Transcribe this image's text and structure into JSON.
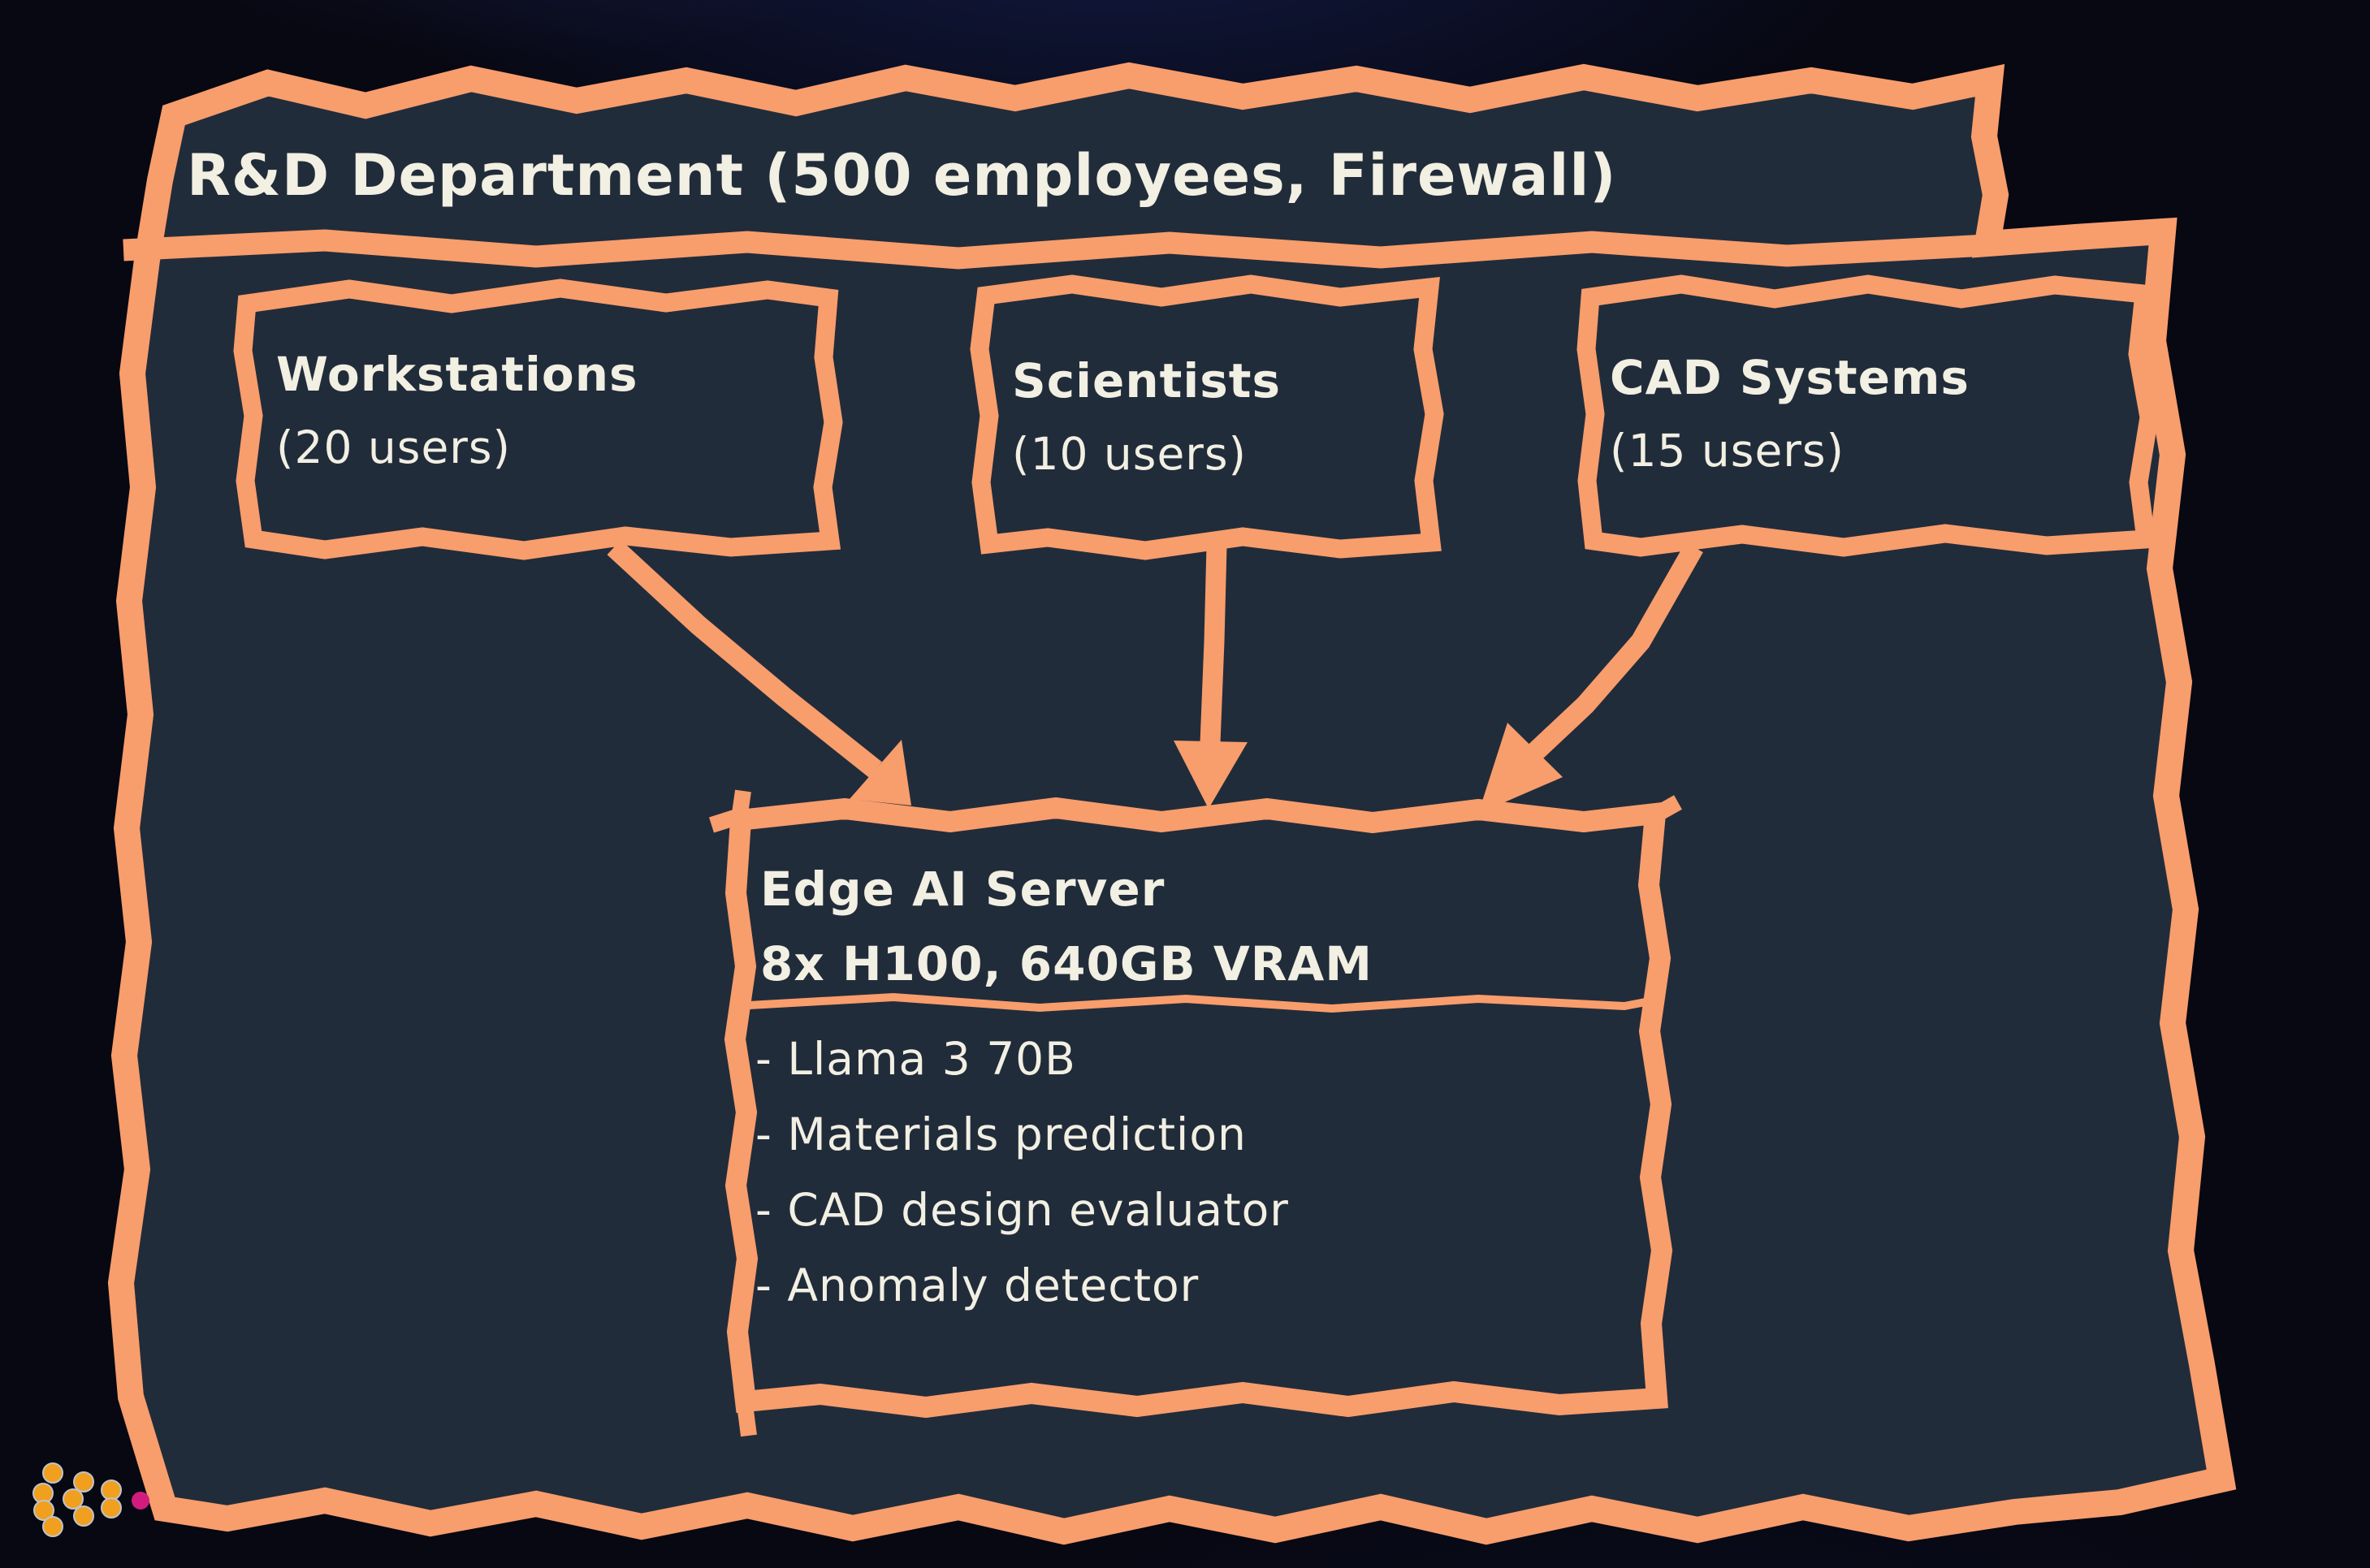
{
  "diagram": {
    "title": "R&D Department (500 employees, Firewall)",
    "nodes": {
      "workstations": {
        "title": "Workstations",
        "subtitle": "(20 users)"
      },
      "scientists": {
        "title": "Scientists",
        "subtitle": "(10 users)"
      },
      "cad": {
        "title": "CAD Systems",
        "subtitle": "(15 users)"
      },
      "server": {
        "title": "Edge AI Server",
        "subtitle": "8x H100, 640GB VRAM",
        "items": [
          "- Llama 3 70B",
          "- Materials prediction",
          "- CAD design evaluator",
          "- Anomaly detector"
        ]
      }
    },
    "edges": [
      {
        "from": "workstations",
        "to": "server"
      },
      {
        "from": "scientists",
        "to": "server"
      },
      {
        "from": "cad",
        "to": "server"
      }
    ],
    "colors": {
      "border_orange": "#F89D6C",
      "panel_fill": "#212C3A",
      "text": "#F2EFE3",
      "background": "#070812",
      "logo_orange": "#F0A01E",
      "logo_pink": "#D11C7E"
    }
  }
}
